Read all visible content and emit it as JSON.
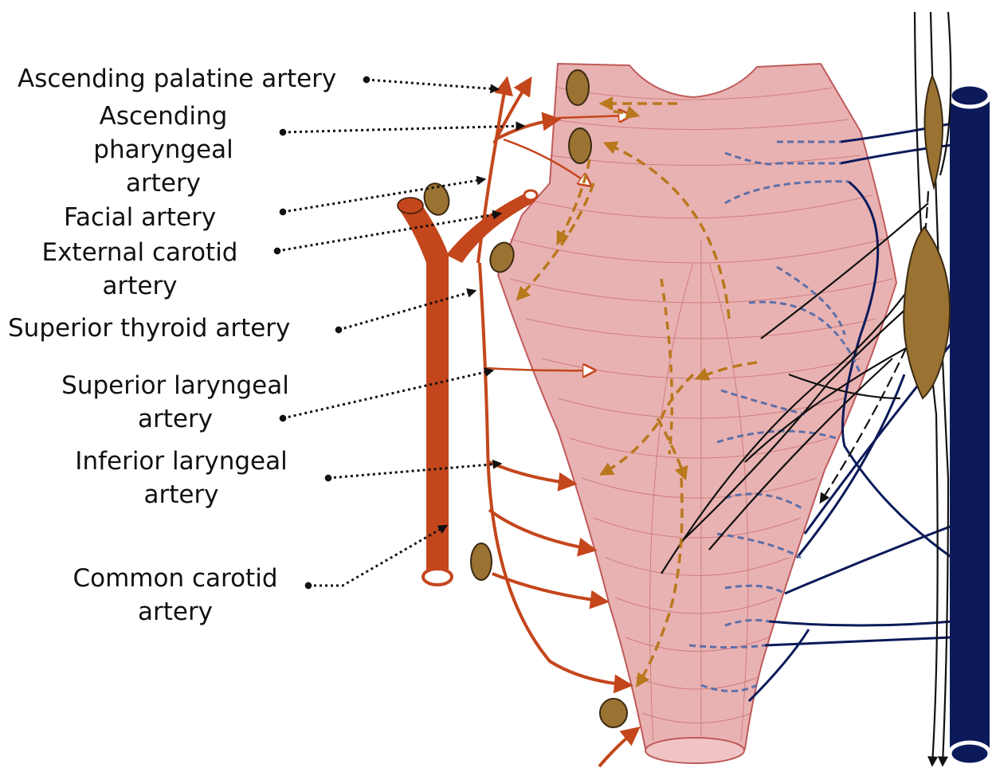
{
  "labels": {
    "ascending_palatine": "Ascending palatine artery",
    "ascending_pharyngeal": [
      "Ascending",
      "pharyngeal",
      "artery"
    ],
    "facial": "Facial artery",
    "external_carotid": [
      "External carotid",
      "artery"
    ],
    "superior_thyroid": "Superior thyroid artery",
    "superior_laryngeal": [
      "Superior laryngeal",
      "artery"
    ],
    "inferior_laryngeal": [
      "Inferior laryngeal",
      "artery"
    ],
    "common_carotid": [
      "Common carotid",
      "artery"
    ]
  },
  "colors": {
    "artery": "#c4461c",
    "muscle_fill": "#e9b2b2",
    "muscle_stroke": "#bf5a5a",
    "lymph_node": "#9a7232",
    "lymph_arrow": "#b8781c",
    "vein": "#0c1a5a",
    "lymph_vessel": "#5e6fa8",
    "nerve": "#111111"
  }
}
